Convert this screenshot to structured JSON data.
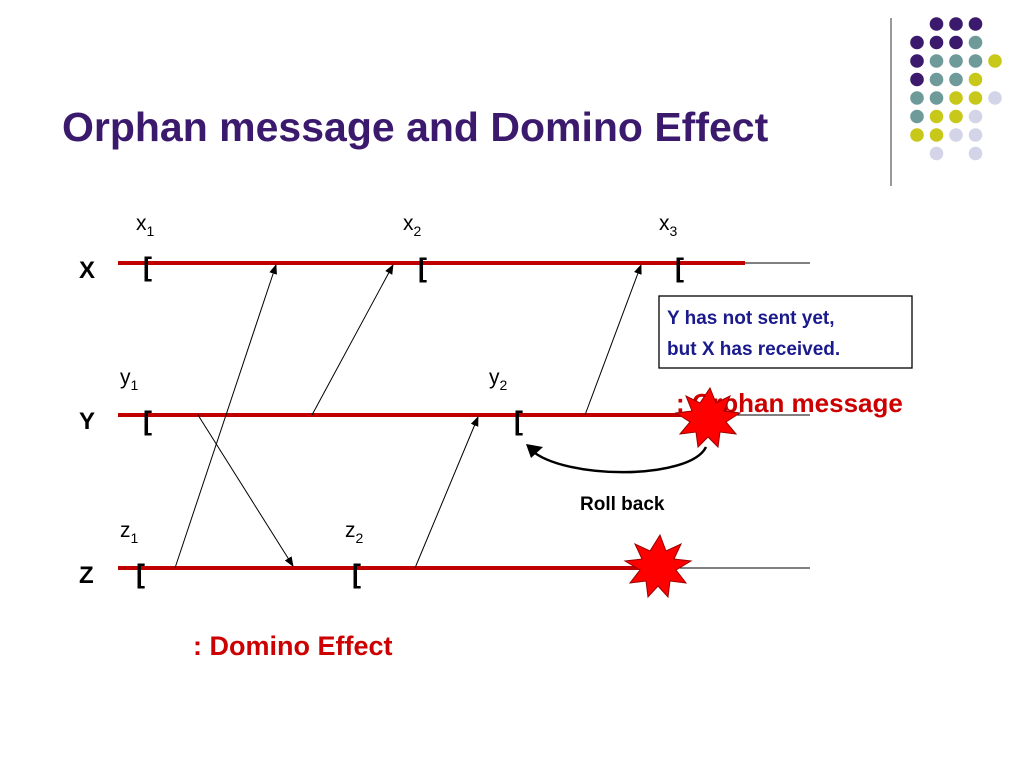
{
  "slide": {
    "title": "Orphan message and Domino Effect"
  },
  "diagram": {
    "processes": [
      {
        "label": "X",
        "checkpoint_label": "x",
        "subscripts": [
          "1",
          "2",
          "3"
        ]
      },
      {
        "label": "Y",
        "checkpoint_label": "y",
        "subscripts": [
          "1",
          "2"
        ]
      },
      {
        "label": "Z",
        "checkpoint_label": "z",
        "subscripts": [
          "1",
          "2"
        ]
      }
    ],
    "checkpoint_mark": "[",
    "callout": {
      "line1": "Y has not  sent yet,",
      "line2": "but X has received."
    },
    "orphan_label": ": Orphan message",
    "rollback_label": "Roll back",
    "domino_label": ": Domino Effect"
  },
  "colors": {
    "title": "#3b1a6e",
    "timeline": "#c00000",
    "annotation_red": "#cc0000",
    "callout_text": "#1a1a8c",
    "explosion": "#ff0000",
    "dot_purple": "#3b1a6e",
    "dot_teal": "#6f9a9a",
    "dot_yellow": "#c8c81a",
    "dot_lavender": "#d4d4e8"
  }
}
